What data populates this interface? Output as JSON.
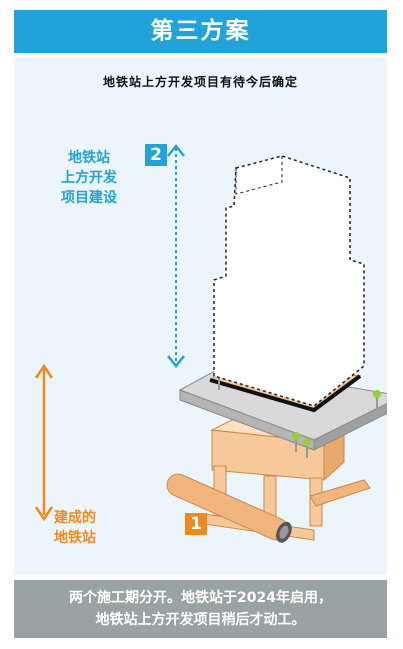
{
  "header": {
    "title": "第三方案"
  },
  "subtitle": "地铁站上方开发项目有待今后确定",
  "labels": {
    "upper_development": [
      "地铁站",
      "上方开发",
      "项目建设"
    ],
    "existing_station": [
      "建成的",
      "地铁站"
    ]
  },
  "badges": {
    "upper": "2",
    "lower": "1"
  },
  "footer": {
    "line1": "两个施工期分开。地铁站于2024年启用，",
    "line2": "地铁站上方开发项目稍后才动工。"
  },
  "colors": {
    "header_bg": "#21a3d9",
    "accent_blue": "#21a3d9",
    "accent_orange": "#f08a1a",
    "panel_bg": "#ebf5fb",
    "footer_bg": "#9aa3a3",
    "structure_orange": "#f7c89a",
    "slab_gray": "#c8c8c8",
    "bolt_green": "#9ccc3a"
  },
  "icons": [
    "double-arrow-up-down-icon"
  ]
}
